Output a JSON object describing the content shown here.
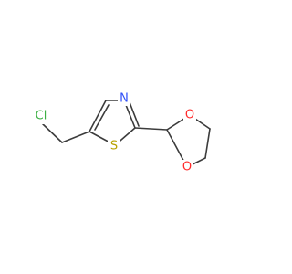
{
  "molecule": {
    "atoms": [
      {
        "element": "Cl",
        "color": "#3cb043"
      },
      {
        "element": "S",
        "color": "#b8a200"
      },
      {
        "element": "N",
        "color": "#3050f8"
      },
      {
        "element": "O",
        "color": "#ff2b2b"
      },
      {
        "element": "O",
        "color": "#ff2b2b"
      }
    ],
    "bond_color": "#3c3c3c",
    "background": "#ffffff"
  }
}
